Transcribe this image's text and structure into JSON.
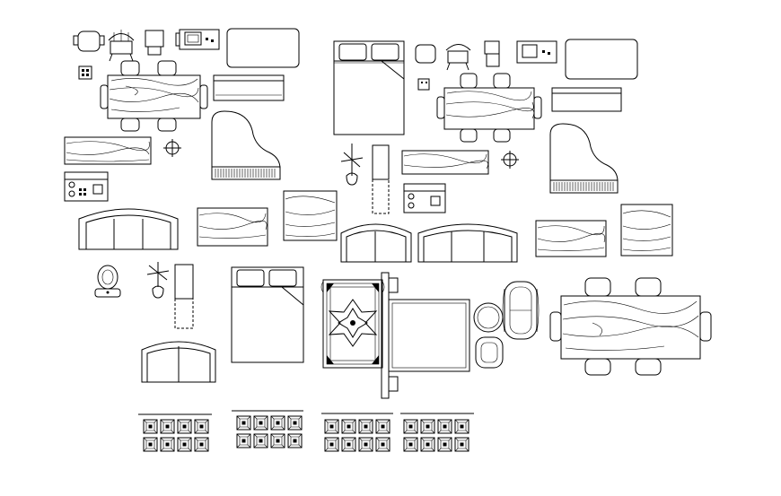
{
  "drawing": {
    "background": "#ffffff",
    "line_color": "#000000",
    "blocks": [
      {
        "name": "dining-table-with-chairs",
        "count": 3
      },
      {
        "name": "grand-piano",
        "count": 2
      },
      {
        "name": "double-bed",
        "count": 3
      },
      {
        "name": "three-seat-sofa",
        "count": 4
      },
      {
        "name": "wood-grain-panel",
        "count": 6
      },
      {
        "name": "persian-rug",
        "count": 1
      },
      {
        "name": "toilet",
        "count": 1
      },
      {
        "name": "floor-lamp",
        "count": 2
      },
      {
        "name": "round-side-table",
        "count": 2
      },
      {
        "name": "kitchen-stove",
        "count": 2
      },
      {
        "name": "armchair",
        "count": 3
      },
      {
        "name": "desk-with-computer",
        "count": 2
      },
      {
        "name": "tv-cabinet",
        "count": 2
      },
      {
        "name": "pendant-lamp-row",
        "count": 4
      }
    ]
  }
}
